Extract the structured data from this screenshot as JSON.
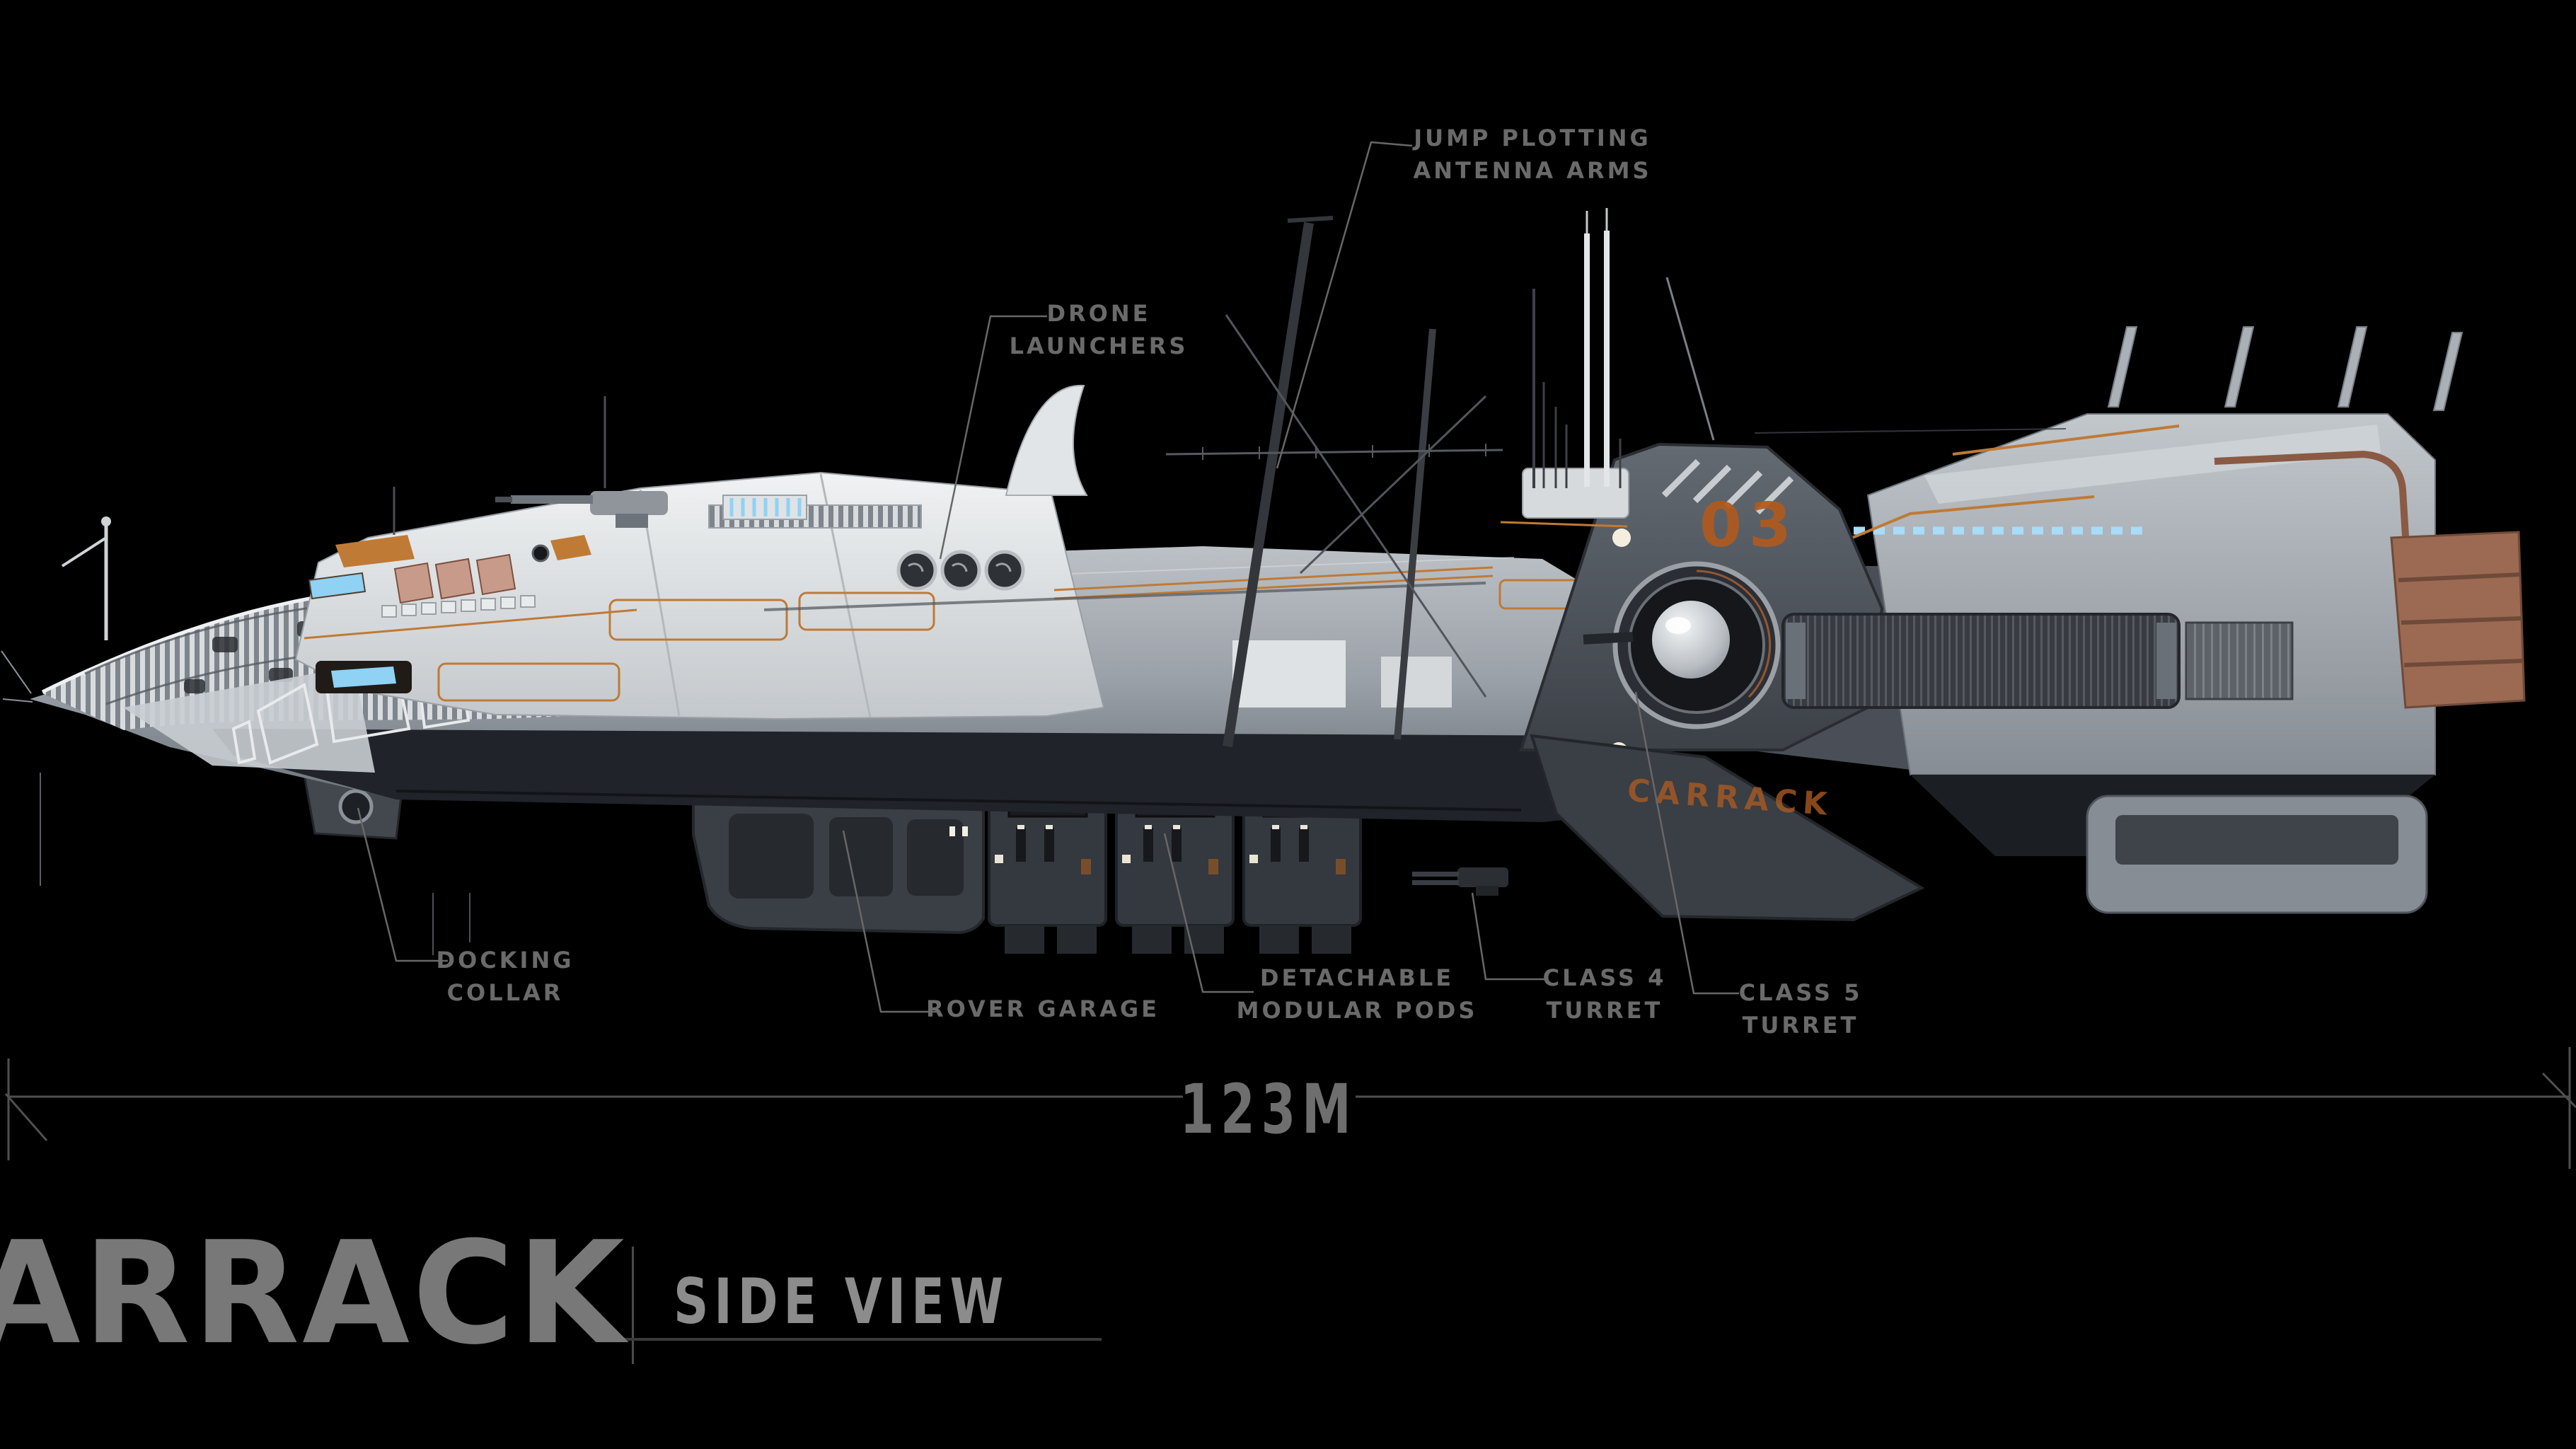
{
  "title": {
    "ship_name": "ARRACK",
    "view": "SIDE VIEW"
  },
  "dimension": {
    "length": "123M"
  },
  "labels": {
    "jump": {
      "line1": "JUMP PLOTTING",
      "line2": "ANTENNA ARMS"
    },
    "drone": {
      "line1": "DRONE",
      "line2": "LAUNCHERS"
    },
    "docking": {
      "line1": "DOCKING",
      "line2": "COLLAR"
    },
    "rover": {
      "line1": "ROVER GARAGE"
    },
    "pods": {
      "line1": "DETACHABLE",
      "line2": "MODULAR PODS"
    },
    "class4": {
      "line1": "CLASS 4",
      "line2": "TURRET"
    },
    "class5": {
      "line1": "CLASS 5",
      "line2": "TURRET"
    }
  },
  "ship_markings": {
    "tail_code": "03",
    "hull_name": "CARRACK"
  },
  "colors": {
    "background": "#000000",
    "annotation_gray": "#6a6a6a",
    "dimension_line_gray": "#4f4f4f",
    "hull_light_gray": "#b7bcc1",
    "hull_dark_gray": "#24272c",
    "accent_orange": "#bf7a36",
    "marking_orange": "#b05a1e",
    "copper": "#9c6a52",
    "glow_blue": "#9fd8f8"
  }
}
